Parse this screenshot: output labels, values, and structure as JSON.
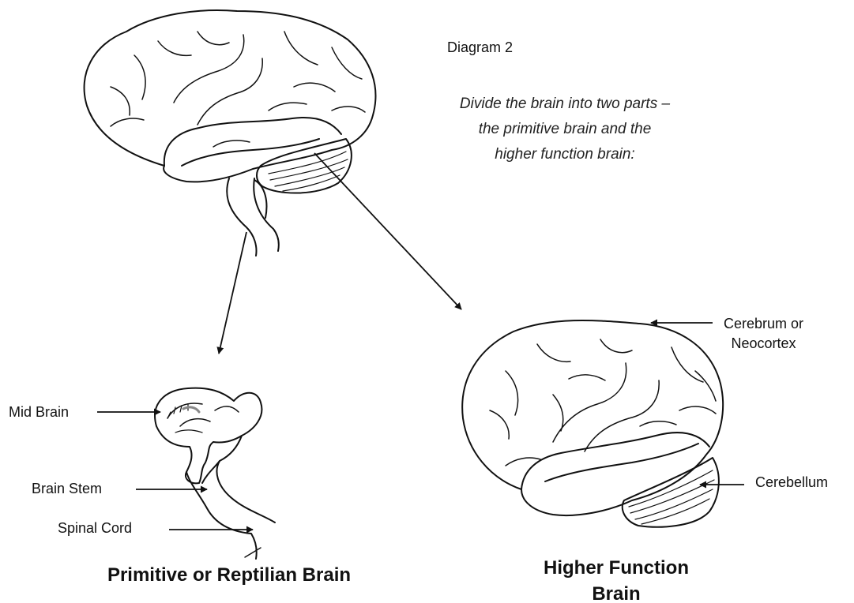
{
  "diagram": {
    "title": "Diagram 2",
    "instruction_lines": [
      "Divide the brain into two parts –",
      "the primitive brain and the",
      "higher function brain:"
    ]
  },
  "labels": {
    "mid_brain": "Mid Brain",
    "brain_stem": "Brain Stem",
    "spinal_cord": "Spinal Cord",
    "cerebrum": [
      "Cerebrum or",
      "Neocortex"
    ],
    "cerebellum": "Cerebellum"
  },
  "captions": {
    "primitive": "Primitive or Reptilian Brain",
    "higher": [
      "Higher Function",
      "Brain"
    ]
  },
  "colors": {
    "ink": "#111111",
    "background": "#ffffff"
  }
}
